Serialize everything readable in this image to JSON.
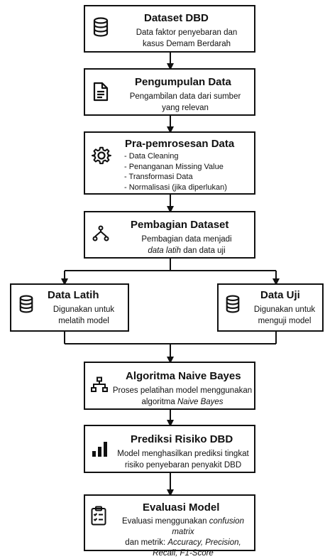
{
  "nodes": {
    "dataset": {
      "title": "Dataset DBD",
      "desc": [
        "Data faktor penyebaran dan",
        "kasus Demam Berdarah"
      ],
      "icon": "database-icon"
    },
    "pengumpulan": {
      "title": "Pengumpulan Data",
      "desc": [
        "Pengambilan data dari sumber",
        "yang relevan"
      ],
      "icon": "document-icon"
    },
    "praproses": {
      "title": "Pra-pemrosesan Data",
      "items": [
        "- Data Cleaning",
        "- Penanganan Missing Value",
        "- Transformasi Data",
        "- Normalisasi (jika diperlukan)"
      ],
      "icon": "gear-icon"
    },
    "pembagian": {
      "title": "Pembagian Dataset",
      "desc_line1": "Pembagian data menjadi",
      "desc_line2_italic": "data latih",
      "desc_line2_rest": " dan data uji",
      "icon": "split-icon"
    },
    "latih": {
      "title": "Data Latih",
      "desc": [
        "Digunakan untuk",
        "melatih model"
      ],
      "icon": "database-icon"
    },
    "uji": {
      "title": "Data Uji",
      "desc": [
        "Digunakan untuk",
        "menguji model"
      ],
      "icon": "database-icon"
    },
    "naive": {
      "title": "Algoritma Naive Bayes",
      "desc_line1": "Proses pelatihan model menggunakan",
      "desc_line2_plain": "algoritma ",
      "desc_line2_italic": "Naive Bayes",
      "icon": "hierarchy-icon"
    },
    "prediksi": {
      "title": "Prediksi Risiko DBD",
      "desc": [
        "Model menghasilkan prediksi tingkat",
        "risiko penyebaran penyakit DBD"
      ],
      "icon": "bar-chart-icon"
    },
    "evaluasi": {
      "title": "Evaluasi Model",
      "desc_line1_plain": "Evaluasi menggunakan ",
      "desc_line1_italic": "confusion matrix",
      "desc_line2_plain": "dan metrik: ",
      "desc_line2_italic": "Accuracy, Precision,",
      "desc_line3_italic": "Recall, F1-Score",
      "icon": "clipboard-checklist-icon"
    }
  }
}
